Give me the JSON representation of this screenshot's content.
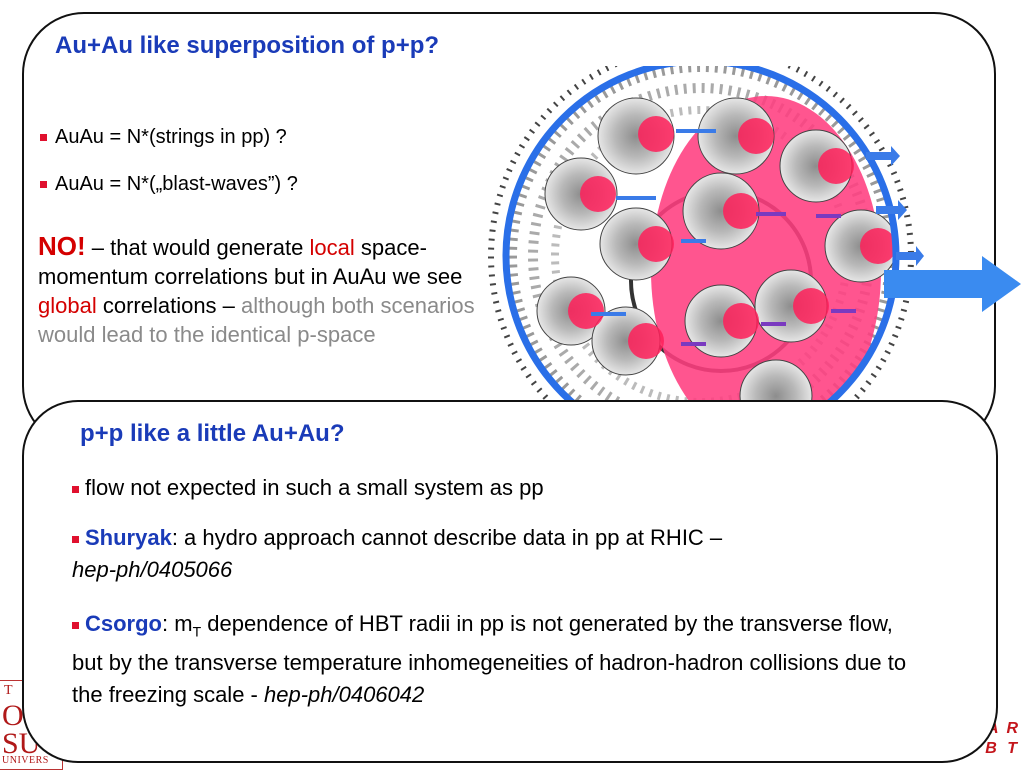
{
  "top": {
    "title": "Au+Au like superposition of p+p?",
    "bullet1": "AuAu = N*(strings in pp) ?",
    "bullet2": "AuAu = N*(„blast-waves”) ?",
    "no_word": "NO!",
    "p_a": " – that would generate ",
    "p_local": "local",
    "p_b": " space-momentum correlations but in AuAu we see ",
    "p_global": "global",
    "p_c": " correlations – ",
    "p_gray": "although both scenarios would lead to the identical p-space"
  },
  "bottom": {
    "title": "p+p like a little Au+Au?",
    "bullet1": "flow not expected in such a small system as pp",
    "shuryak_name": "Shuryak",
    "shuryak_text": ": a hydro approach cannot describe data in pp at RHIC –",
    "shuryak_ref": "hep-ph/0405066",
    "csorgo_name": "Csorgo",
    "csorgo_a": ": m",
    "csorgo_sub": "T",
    "csorgo_b": " dependence of HBT radii in pp is not generated by the transverse flow, but by the transverse temperature inhomegeneities of hadron-hadron collisions due to the freezing scale - ",
    "csorgo_ref": "hep-ph/0406042"
  },
  "logos": {
    "left_l1": "T",
    "left_l2": "O",
    "left_l3": "SU",
    "left_l4": "UNIVERS",
    "right_l1": "A R",
    "right_l2": "H B T"
  },
  "colors": {
    "title_blue": "#1a3bb8",
    "accent_red": "#d40000",
    "bullet_red": "#e0102e",
    "nucleus_blue": "#2a6fe8",
    "overlap_pink": "#ff3d7f"
  }
}
